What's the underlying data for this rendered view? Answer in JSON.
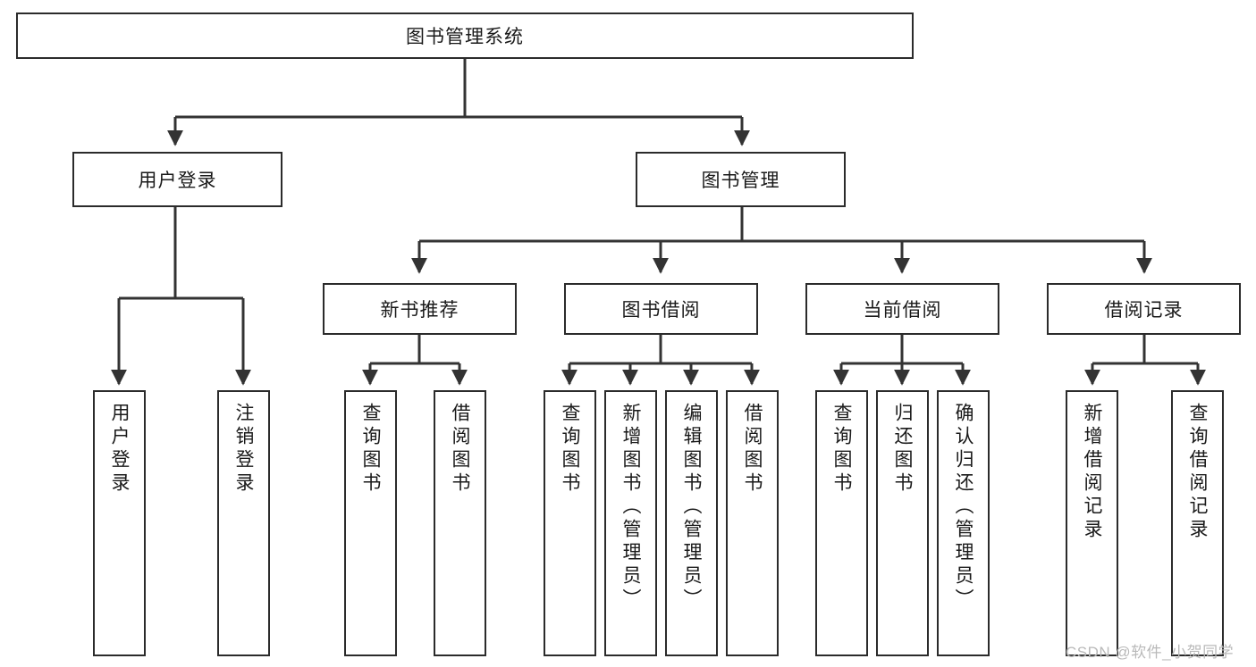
{
  "diagram": {
    "title": "图书管理系统",
    "type": "tree-hierarchy-chart",
    "colors": {
      "box_border": "#2b2b2b",
      "box_fill": "#ffffff",
      "connector": "#333333",
      "text": "#1a1a1a",
      "watermark": "#b9b9b9",
      "background": "#ffffff"
    },
    "root": {
      "label": "图书管理系统"
    },
    "level2": [
      {
        "label": "用户登录"
      },
      {
        "label": "图书管理"
      }
    ],
    "level3": [
      {
        "label": "新书推荐"
      },
      {
        "label": "图书借阅"
      },
      {
        "label": "当前借阅"
      },
      {
        "label": "借阅记录"
      }
    ],
    "leaves": {
      "user_login": [
        {
          "label": "用户登录"
        },
        {
          "label": "注销登录"
        }
      ],
      "new_book_recommend": [
        {
          "label": "查询图书"
        },
        {
          "label": "借阅图书"
        }
      ],
      "book_borrow": [
        {
          "label": "查询图书"
        },
        {
          "label": "新增图书（管理员）"
        },
        {
          "label": "编辑图书（管理员）"
        },
        {
          "label": "借阅图书"
        }
      ],
      "current_borrow": [
        {
          "label": "查询图书"
        },
        {
          "label": "归还图书"
        },
        {
          "label": "确认归还（管理员）"
        }
      ],
      "borrow_record": [
        {
          "label": "新增借阅记录"
        },
        {
          "label": "查询借阅记录"
        }
      ]
    }
  },
  "watermark": {
    "text": "CSDN @软件_小贺同学"
  }
}
